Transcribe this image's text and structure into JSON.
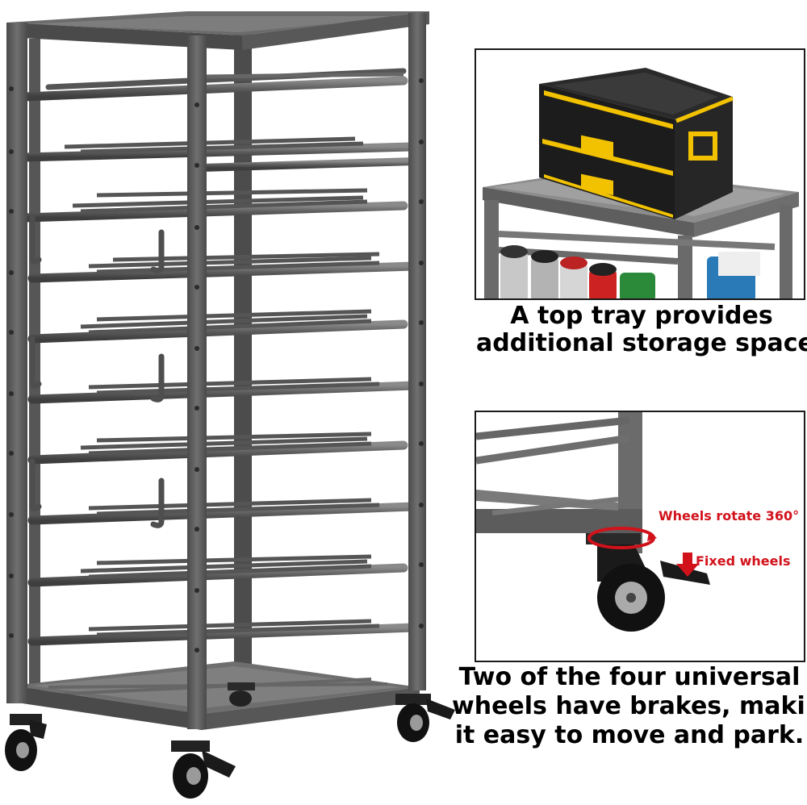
{
  "captions": {
    "top_tray": {
      "line1": "A top tray provides",
      "line2": "additional storage space."
    },
    "wheels": {
      "line1": "Two of the four universal",
      "line2": "wheels have brakes, making",
      "line3": "it easy to move and park."
    }
  },
  "callouts": {
    "rotate": "Wheels rotate 360°",
    "fixed": "Fixed wheels"
  },
  "colors": {
    "frame": "#5e5e5e",
    "frame_dark": "#3f3f3f",
    "frame_light": "#7a7a7a",
    "toolbox_body": "#1c1c1c",
    "toolbox_accent": "#f2c200",
    "callout_red": "#d2121b"
  }
}
